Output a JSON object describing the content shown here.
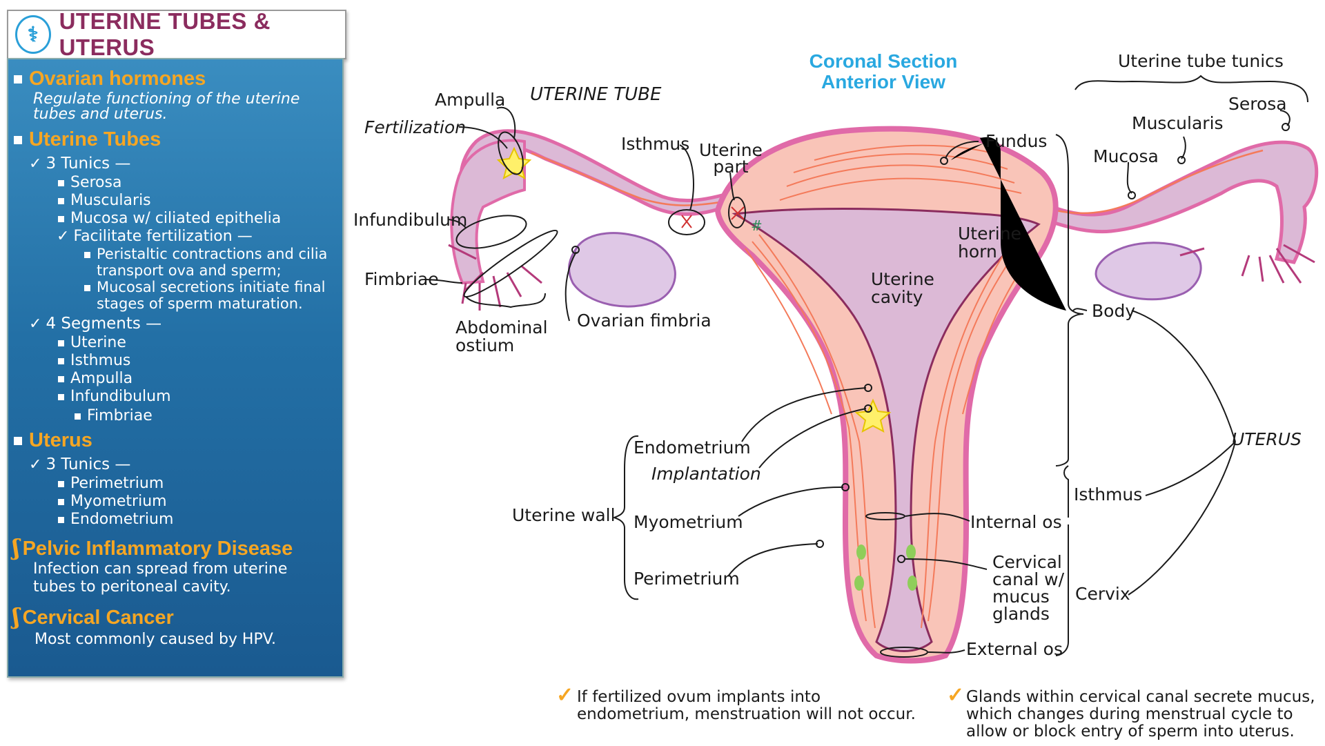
{
  "title": "UTERINE TUBES & UTERUS",
  "panel": {
    "ovarian_heading": "Ovarian hormones",
    "ovarian_desc_1": "Regulate functioning of the uterine",
    "ovarian_desc_2": "tubes and uterus.",
    "tubes_heading": "Uterine Tubes",
    "tunics3": "3 Tunics —",
    "serosa": "Serosa",
    "muscularis": "Muscularis",
    "mucosa": "Mucosa w/ ciliated epithelia",
    "facilitate": "Facilitate fertilization —",
    "peristaltic_1": "Peristaltic contractions and cilia",
    "peristaltic_2": "transport ova and sperm;",
    "mucosal_1": "Mucosal secretions initiate final",
    "mucosal_2": "stages of sperm maturation.",
    "segments4": "4 Segments —",
    "seg_uterine": "Uterine",
    "seg_isthmus": "Isthmus",
    "seg_ampulla": "Ampulla",
    "seg_infundibulum": "Infundibulum",
    "seg_fimbriae": "Fimbriae",
    "uterus_heading": "Uterus",
    "uterus_tunics3": "3 Tunics —",
    "perimetrium": "Perimetrium",
    "myometrium": "Myometrium",
    "endometrium": "Endometrium",
    "pid_heading": "Pelvic Inflammatory Disease",
    "pid_desc_1": "Infection can spread from uterine",
    "pid_desc_2": "tubes to peritoneal cavity.",
    "cancer_heading": "Cervical Cancer",
    "cancer_desc": "Most commonly caused by HPV."
  },
  "diagram": {
    "section_title_1": "Coronal Section",
    "section_title_2": "Anterior View",
    "uterine_tube": "UTERINE TUBE",
    "ampulla": "Ampulla",
    "fertilization": "Fertilization",
    "isthmus": "Isthmus",
    "uterine_part_1": "Uterine",
    "uterine_part_2": "part",
    "infundibulum": "Infundibulum",
    "fimbriae": "Fimbriae",
    "abdominal_ostium_1": "Abdominal",
    "abdominal_ostium_2": "ostium",
    "ovarian_fimbria": "Ovarian fimbria",
    "fundus": "Fundus",
    "uterine_horn_1": "Uterine",
    "uterine_horn_2": "horn",
    "uterine_cavity_1": "Uterine",
    "uterine_cavity_2": "cavity",
    "tunics_title": "Uterine tube tunics",
    "serosa": "Serosa",
    "muscularis": "Muscularis",
    "mucosa": "Mucosa",
    "body": "Body",
    "uterus": "UTERUS",
    "isthmus_right": "Isthmus",
    "cervix": "Cervix",
    "endometrium": "Endometrium",
    "implantation": "Implantation",
    "myometrium": "Myometrium",
    "perimetrium": "Perimetrium",
    "uterine_wall": "Uterine wall",
    "internal_os": "Internal os",
    "cervical_canal_1": "Cervical",
    "cervical_canal_2": "canal w/",
    "cervical_canal_3": "mucus",
    "cervical_canal_4": "glands",
    "external_os": "External os"
  },
  "notes": {
    "left_1": "If fertilized ovum implants into",
    "left_2": "endometrium, menstruation will not occur.",
    "right_1": "Glands within cervical canal secrete mucus,",
    "right_2": "which changes during menstrual cycle to",
    "right_3": "allow or block entry of sperm into uterus."
  },
  "colors": {
    "title": "#8b2c5e",
    "heading": "#f6a623",
    "panel": "#2370a6",
    "perimetrium_pink": "#e06aa8",
    "myometrium_salmon": "#f9c4b8",
    "cavity_purple": "#dcb9d6",
    "ovary": "#dfc8e6"
  },
  "icons": [
    "caduceus-icon",
    "check-icon",
    "hook-icon",
    "star-icon"
  ]
}
